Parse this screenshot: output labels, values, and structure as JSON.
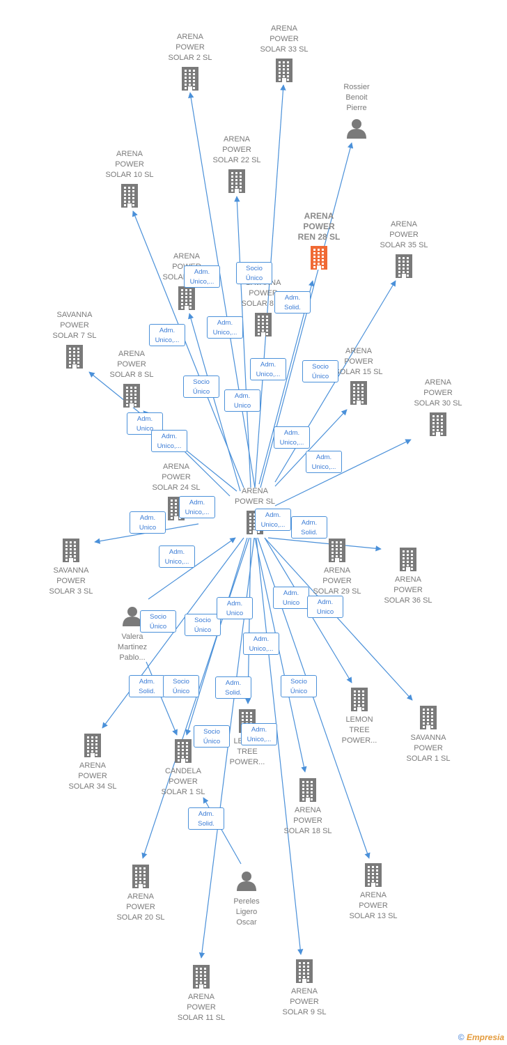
{
  "colors": {
    "edge": "#4a90d9",
    "node": "#7a7a7a",
    "focus": "#f06a35"
  },
  "nodes": [
    {
      "id": "center",
      "label": "ARENA\nPOWER  SL",
      "type": "company"
    },
    {
      "id": "ren28",
      "label": "ARENA\nPOWER\nREN 28  SL",
      "type": "company-focus"
    },
    {
      "id": "s2",
      "label": "ARENA\nPOWER\nSOLAR 2  SL",
      "type": "company"
    },
    {
      "id": "s33",
      "label": "ARENA\nPOWER\nSOLAR 33  SL",
      "type": "company"
    },
    {
      "id": "rossier",
      "label": "Rossier\nBenoit\nPierre",
      "type": "person"
    },
    {
      "id": "s22",
      "label": "ARENA\nPOWER\nSOLAR 22  SL",
      "type": "company"
    },
    {
      "id": "s10",
      "label": "ARENA\nPOWER\nSOLAR 10  SL",
      "type": "company"
    },
    {
      "id": "s35",
      "label": "ARENA\nPOWER\nSOLAR 35  SL",
      "type": "company"
    },
    {
      "id": "s12",
      "label": "ARENA\nPOWER\nSOLAR 12  SL",
      "type": "company"
    },
    {
      "id": "sav8",
      "label": "SAVANNA\nPOWER\nSOLAR 8  SL",
      "type": "company"
    },
    {
      "id": "sav7",
      "label": "SAVANNA\nPOWER\nSOLAR 7  SL",
      "type": "company"
    },
    {
      "id": "s8",
      "label": "ARENA\nPOWER\nSOLAR 8  SL",
      "type": "company"
    },
    {
      "id": "s15",
      "label": "ARENA\nPOWER\nSOLAR 15  SL",
      "type": "company"
    },
    {
      "id": "s30",
      "label": "ARENA\nPOWER\nSOLAR 30  SL",
      "type": "company"
    },
    {
      "id": "s24",
      "label": "ARENA\nPOWER\nSOLAR 24  SL",
      "type": "company"
    },
    {
      "id": "sav3",
      "label": "SAVANNA\nPOWER\nSOLAR 3  SL",
      "type": "company"
    },
    {
      "id": "s29",
      "label": "ARENA\nPOWER\nSOLAR 29  SL",
      "type": "company"
    },
    {
      "id": "s36",
      "label": "ARENA\nPOWER\nSOLAR 36  SL",
      "type": "company"
    },
    {
      "id": "valera",
      "label": "Valera\nMartinez\nPablo...",
      "type": "person"
    },
    {
      "id": "lemon1",
      "label": "LEMON\nTREE\nPOWER...",
      "type": "company"
    },
    {
      "id": "sav1",
      "label": "SAVANNA\nPOWER\nSOLAR 1  SL",
      "type": "company"
    },
    {
      "id": "lemon2",
      "label": "LEMON\nTREE\nPOWER...",
      "type": "company"
    },
    {
      "id": "s34",
      "label": "ARENA\nPOWER\nSOLAR 34  SL",
      "type": "company"
    },
    {
      "id": "candela",
      "label": "CANDELA\nPOWER\nSOLAR 1  SL",
      "type": "company"
    },
    {
      "id": "s18",
      "label": "ARENA\nPOWER\nSOLAR 18  SL",
      "type": "company"
    },
    {
      "id": "s20",
      "label": "ARENA\nPOWER\nSOLAR 20  SL",
      "type": "company"
    },
    {
      "id": "pereles",
      "label": "Pereles\nLigero\nOscar",
      "type": "person"
    },
    {
      "id": "s13",
      "label": "ARENA\nPOWER\nSOLAR 13  SL",
      "type": "company"
    },
    {
      "id": "s11",
      "label": "ARENA\nPOWER\nSOLAR 11  SL",
      "type": "company"
    },
    {
      "id": "s9",
      "label": "ARENA\nPOWER\nSOLAR 9  SL",
      "type": "company"
    }
  ],
  "relations": [
    "Adm.\nUnico,...",
    "Socio\nÚnico",
    "Adm.\nSolid.",
    "Adm.\nUnico,...",
    "Adm.\nUnico,...",
    "Adm.\nUnico,...",
    "Socio\nÚnico",
    "Socio\nÚnico",
    "Adm.\nUnico",
    "Adm.\nUnico",
    "Adm.\nUnico,...",
    "Adm.\nUnico,...",
    "Adm.\nUnico,...",
    "Adm.\nUnico,...",
    "Adm.\nUnico",
    "Adm.\nUnico,...",
    "Adm.\nUnico,...",
    "Adm.\nSolid.",
    "Adm.\nUnico",
    "Adm.\nUnico",
    "Socio\nÚnico",
    "Socio\nÚnico",
    "Adm.\nUnico",
    "Adm.\nUnico,...",
    "Adm.\nSolid.",
    "Socio\nÚnico",
    "Adm.\nSolid.",
    "Socio\nÚnico",
    "Socio\nÚnico",
    "Adm.\nUnico,...",
    "Adm.\nSolid."
  ],
  "footer": {
    "copyright": "©",
    "brand": "Empresia"
  }
}
